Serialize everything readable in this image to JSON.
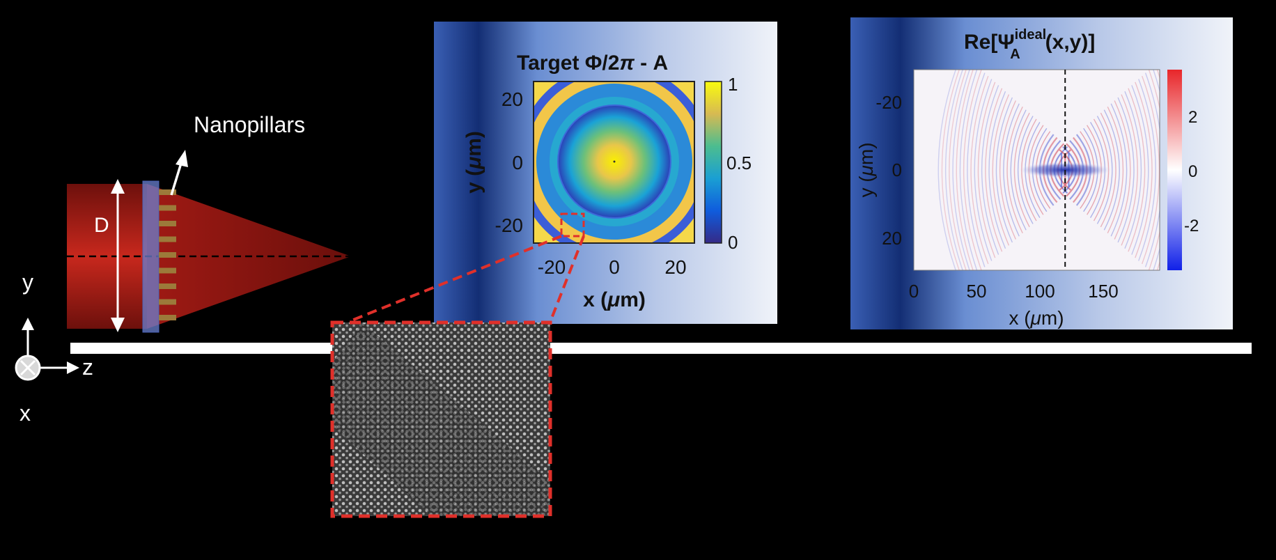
{
  "diagram": {
    "nanopillars_label": "Nanopillars",
    "aperture_label": "D",
    "axes": {
      "y": "y",
      "z": "z",
      "x": "x"
    },
    "pillar_count": 9
  },
  "colors": {
    "beam_dark": "#7a120f",
    "beam_light": "#c2281d",
    "metasurface": "#5a78c8",
    "pillar": "#9c7a3a",
    "zoom_dashed": "#e0302a",
    "white": "#ffffff",
    "panel_blue_dark": "#132e74",
    "panel_blue_mid": "#6a8ed2",
    "panel_blue_light": "#eef1f8"
  },
  "phase_panel": {
    "title_prefix": "Target  ",
    "title_symbol": "Φ/2",
    "title_pi": "π",
    "title_suffix": " - A",
    "xlabel_prefix": "x (",
    "xlabel_mu": "μ",
    "xlabel_suffix": "m)",
    "ylabel_prefix": "y (",
    "ylabel_mu": "μ",
    "ylabel_suffix": "m)",
    "xticks": [
      "-20",
      "0",
      "20"
    ],
    "yticks": [
      "20",
      "0",
      "-20"
    ],
    "colorbar_ticks": [
      "1",
      "0.5",
      "0"
    ]
  },
  "field_panel": {
    "title_prefix": "Re[Ψ",
    "title_sup": "ideal",
    "title_sub": "A",
    "title_suffix": "(x,y)]",
    "xlabel_prefix": "x (",
    "xlabel_mu": "μ",
    "xlabel_suffix": "m)",
    "ylabel_prefix": "y (",
    "ylabel_mu": "μ",
    "ylabel_suffix": "m)",
    "xticks": [
      "0",
      "50",
      "100",
      "150"
    ],
    "yticks": [
      "-20",
      "0",
      "20"
    ],
    "colorbar_ticks": [
      "2",
      "0",
      "-2"
    ],
    "dashed_line_x": 120
  }
}
